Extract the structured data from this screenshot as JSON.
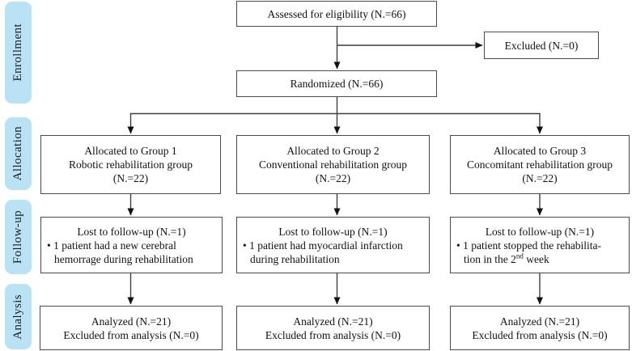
{
  "sidebar": {
    "accent_color": "#b9e2f4",
    "labels": [
      {
        "text": "Enrollment"
      },
      {
        "text": "Allocation"
      },
      {
        "text": "Follow-up"
      },
      {
        "text": "Analysis"
      }
    ]
  },
  "enrollment": {
    "assessed": "Assessed for eligibility (N.=66)",
    "excluded": "Excluded (N.=0)",
    "randomized": "Randomized (N.=66)"
  },
  "allocation": {
    "groups": [
      {
        "line1": "Allocated to Group 1",
        "line2": "Robotic rehabilitation group",
        "line3": "(N.=22)"
      },
      {
        "line1": "Allocated to Group 2",
        "line2": "Conventional rehabilitation group",
        "line3": "(N.=22)"
      },
      {
        "line1": "Allocated to Group 3",
        "line2": "Concomitant rehabilitation group",
        "line3": "(N.=22)"
      }
    ]
  },
  "followup": {
    "boxes": [
      {
        "title": "Lost to follow-up (N.=1)",
        "bullet1": "• 1 patient had a new cerebral",
        "bullet2": "hemorrage during rehabilitation"
      },
      {
        "title": "Lost to follow-up (N.=1)",
        "bullet1": "• 1 patient had myocardial infarction",
        "bullet2": "during rehabilitation"
      },
      {
        "title": "Lost to follow-up (N.=1)",
        "bullet1": "• 1 patient stopped the rehabilita-",
        "bullet2_pre": "tion in the 2",
        "bullet2_sup": "nd",
        "bullet2_post": " week"
      }
    ]
  },
  "analysis": {
    "boxes": [
      {
        "line1": "Analyzed (N.=21)",
        "line2": "Excluded from analysis (N.=0)"
      },
      {
        "line1": "Analyzed (N.=21)",
        "line2": "Excluded from analysis (N.=0)"
      },
      {
        "line1": "Analyzed (N.=21)",
        "line2": "Excluded from analysis (N.=0)"
      }
    ]
  }
}
